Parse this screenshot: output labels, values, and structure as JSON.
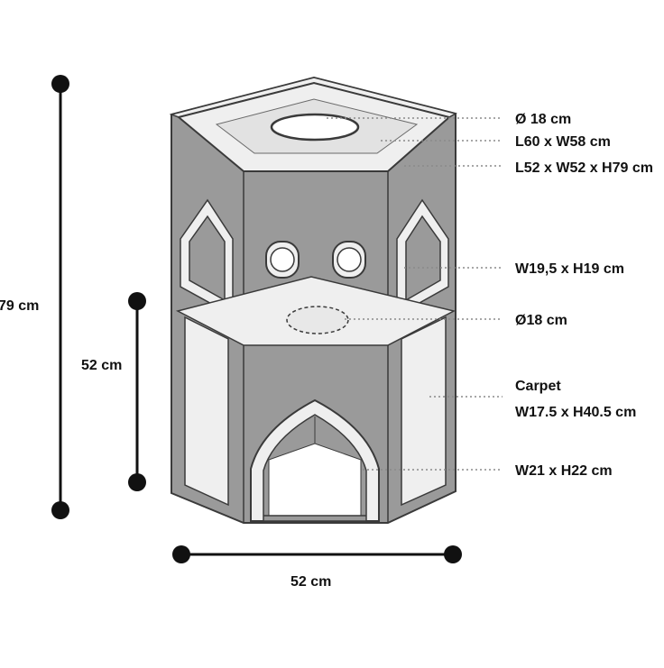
{
  "colors": {
    "body": "#9a9a9a",
    "body_dark": "#7c7c7c",
    "panel_light": "#efefef",
    "outline": "#3a3a3a",
    "leader": "#8a8a8a",
    "dimension": "#111111"
  },
  "dimensions": {
    "total_height": "79 cm",
    "lower_height": "52 cm",
    "width": "52 cm"
  },
  "labels": {
    "top_hole": "Ø 18 cm",
    "top_platform": "L60 x W58 cm",
    "overall": "L52 x W52 x H79  cm",
    "windows": "W19,5 x H19 cm",
    "middle_hole": "Ø18 cm",
    "carpet_title": "Carpet",
    "carpet_size": "W17.5 x H40.5 cm",
    "entrance": "W21 x H22 cm"
  }
}
